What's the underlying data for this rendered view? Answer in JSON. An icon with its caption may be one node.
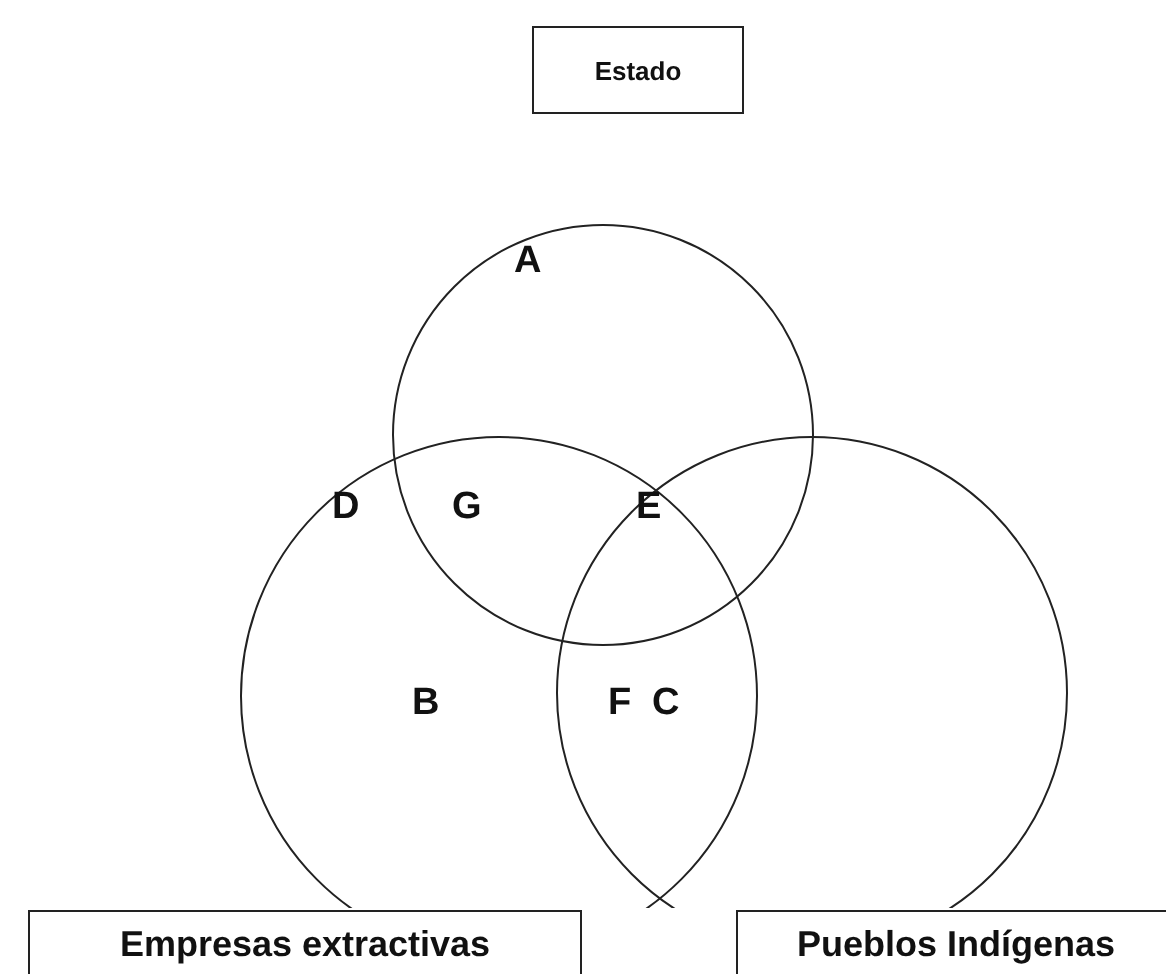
{
  "diagram": {
    "nodes": [
      {
        "text": [
          "Estado"
        ]
      },
      {
        "text": [],
        "shape": "circle"
      },
      {
        "text": [],
        "shape": "circle"
      },
      {
        "text": [],
        "shape": "circle"
      },
      {
        "text": [
          "Empresas extractivas"
        ]
      },
      {
        "text": [
          "Pueblos Indígenas"
        ]
      }
    ],
    "labels": [
      "A",
      "D",
      "G",
      "E",
      "B",
      "F",
      "C"
    ]
  }
}
